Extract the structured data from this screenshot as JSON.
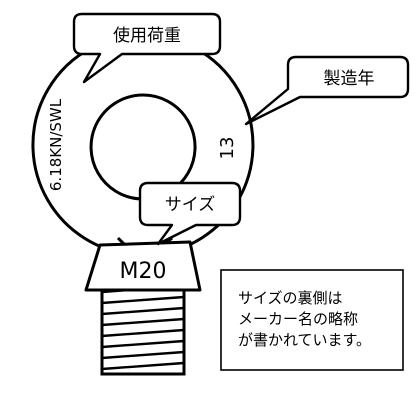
{
  "labels": {
    "load_rating_callout": "使用荷重",
    "manufacture_year_callout": "製造年",
    "size_callout": "サイズ"
  },
  "markings": {
    "load_rating": "6.18KN/SWL",
    "year": "13",
    "size": "M20"
  },
  "note": {
    "lines": [
      "サイズの裏側は",
      "メーカー名の略称",
      "が書かれています。"
    ]
  }
}
